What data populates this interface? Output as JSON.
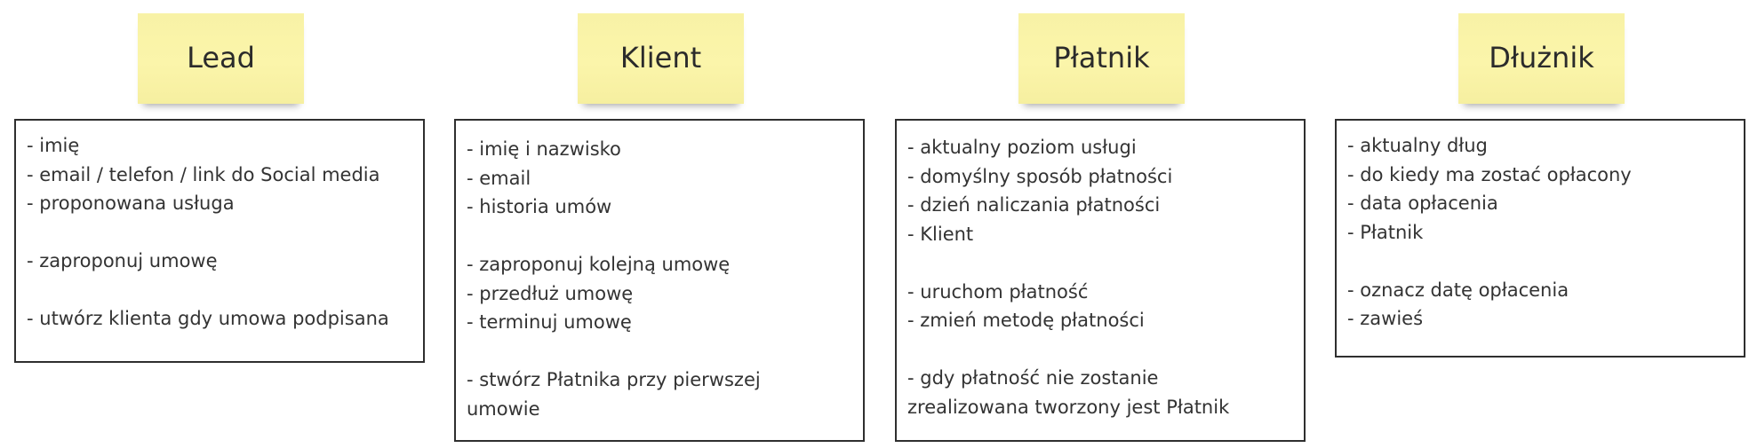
{
  "columns": [
    {
      "title": "Lead",
      "lines": [
        "- imię",
        "- email / telefon / link do Social media",
        "- proponowana usługa",
        "",
        "- zaproponuj umowę",
        "",
        "- utwórz klienta gdy umowa podpisana"
      ]
    },
    {
      "title": "Klient",
      "lines": [
        "- imię i nazwisko",
        "- email",
        "- historia umów",
        "",
        "- zaproponuj kolejną umowę",
        "- przedłuż umowę",
        "- terminuj umowę",
        "",
        "- stwórz Płatnika przy pierwszej",
        "umowie"
      ]
    },
    {
      "title": "Płatnik",
      "lines": [
        "- aktualny poziom usługi",
        "- domyślny sposób płatności",
        "- dzień naliczania płatności",
        "- Klient",
        "",
        "- uruchom płatność",
        "- zmień metodę płatności",
        "",
        "- gdy płatność nie zostanie",
        "zrealizowana tworzony jest Płatnik"
      ]
    },
    {
      "title": "Dłużnik",
      "lines": [
        "- aktualny dług",
        "- do kiedy ma zostać opłacony",
        "- data opłacenia",
        "- Płatnik",
        "",
        "- oznacz datę opłacenia",
        "- zawieś"
      ]
    }
  ],
  "colors": {
    "sticky_note": "#fbf5aa",
    "card_border": "#2f2f2f",
    "text": "#333333"
  }
}
